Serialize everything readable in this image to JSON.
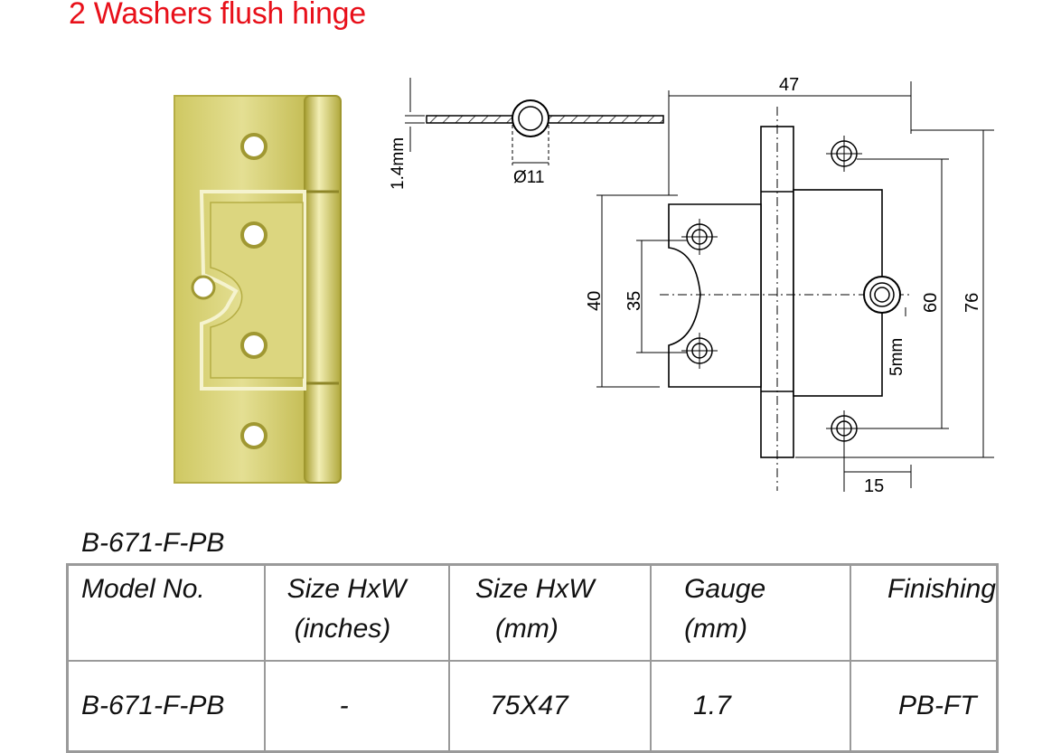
{
  "title": "2 Washers flush hinge",
  "model_label": "B-671-F-PB",
  "drawing": {
    "thickness": "1.4mm",
    "pin_diameter": "Ø11",
    "width": "47",
    "leaf_height": "40",
    "hole_spacing_small": "35",
    "hole_spacing_large": "60",
    "overall_height": "76",
    "offset": "5mm",
    "edge_distance": "15"
  },
  "table": {
    "headers": [
      [
        "Model No."
      ],
      [
        "Size HxW",
        "(inches)"
      ],
      [
        "Size HxW",
        "(mm)"
      ],
      [
        "Gauge",
        "(mm)"
      ],
      [
        "Finishing"
      ]
    ],
    "rows": [
      [
        "B-671-F-PB",
        "-",
        "75X47",
        "1.7",
        "PB-FT"
      ]
    ]
  },
  "colors": {
    "title": "#e8101a",
    "brass": "#d8d27a",
    "grid": "#9a9a9a"
  }
}
